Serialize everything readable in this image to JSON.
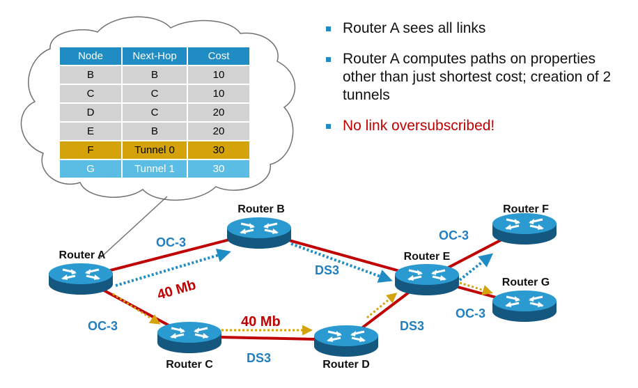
{
  "table": {
    "headers": [
      "Node",
      "Next-Hop",
      "Cost"
    ],
    "rows": [
      [
        "B",
        "B",
        "10"
      ],
      [
        "C",
        "C",
        "10"
      ],
      [
        "D",
        "C",
        "20"
      ],
      [
        "E",
        "B",
        "20"
      ],
      [
        "F",
        "Tunnel 0",
        "30"
      ],
      [
        "G",
        "Tunnel 1",
        "30"
      ]
    ]
  },
  "bullets": [
    "Router A sees all links",
    "Router A computes paths on properties other than just shortest cost; creation of 2 tunnels",
    "No link oversubscribed!"
  ],
  "routers": {
    "a": "Router A",
    "b": "Router B",
    "c": "Router C",
    "d": "Router D",
    "e": "Router E",
    "f": "Router F",
    "g": "Router G"
  },
  "links": {
    "ab": "OC-3",
    "ac": "OC-3",
    "cd": "DS3",
    "be": "DS3",
    "de": "DS3",
    "ef": "OC-3",
    "eg": "OC-3"
  },
  "tunnels": {
    "t0": "40 Mb",
    "t1": "40 Mb"
  },
  "colors": {
    "link": "#c00000",
    "tunnel0": "#d4a20a",
    "tunnel1": "#1f8cc4",
    "router": "#1d8cc3",
    "label_blue": "#1f7fc0",
    "accent_red": "#c00000"
  }
}
